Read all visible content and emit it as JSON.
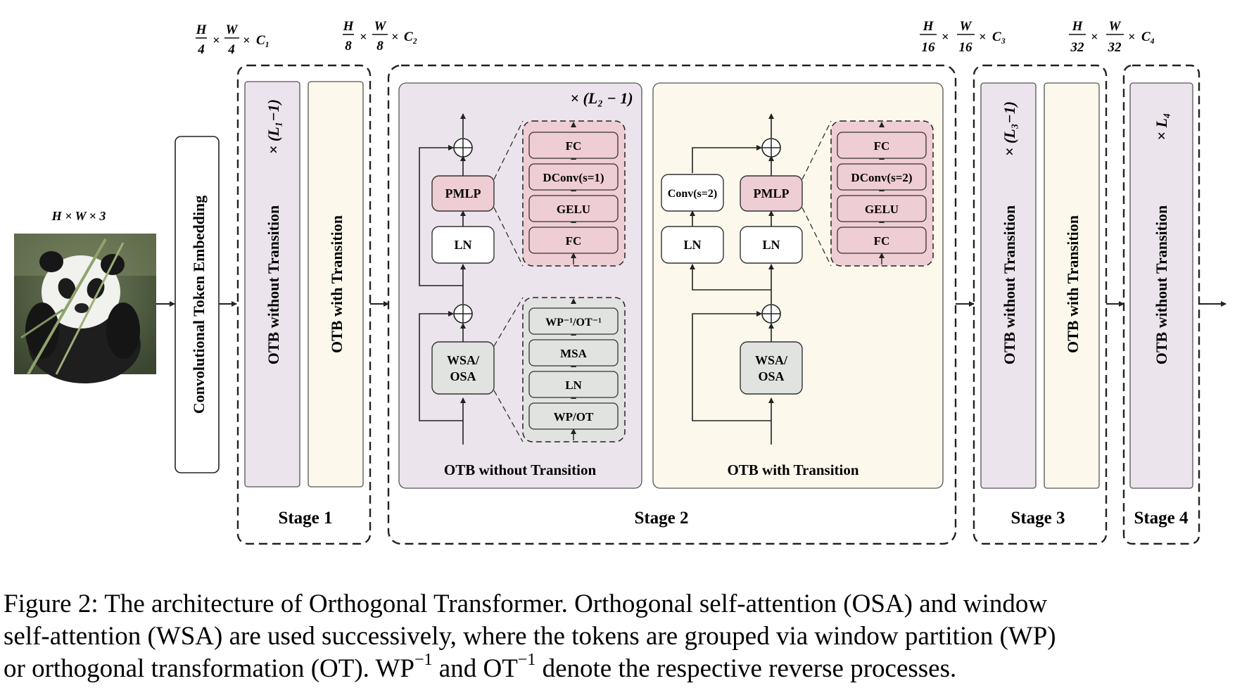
{
  "input": {
    "dims": "H × W × 3"
  },
  "embedding": {
    "label": "Convolutional Token Embedding"
  },
  "resolutions": {
    "r1": {
      "h": "H",
      "hd": "4",
      "w": "W",
      "wd": "4",
      "c": "C₁"
    },
    "r2": {
      "h": "H",
      "hd": "8",
      "w": "W",
      "wd": "8",
      "c": "C₂"
    },
    "r3": {
      "h": "H",
      "hd": "16",
      "w": "W",
      "wd": "16",
      "c": "C₃"
    },
    "r4": {
      "h": "H",
      "hd": "32",
      "w": "W",
      "wd": "32",
      "c": "C₄"
    }
  },
  "stage1": {
    "label": "Stage 1",
    "block_without": "OTB without Transition",
    "repeat": "× (L₁−1)",
    "block_with": "OTB with Transition"
  },
  "stage2": {
    "label": "Stage 2",
    "repeat": "× (L₂ − 1)",
    "without": {
      "title": "OTB without Transition",
      "pmlp": "PMLP",
      "ln": "LN",
      "attn_line1": "WSA/",
      "attn_line2": "OSA",
      "mlp_stack": [
        "FC",
        "DConv(s=1)",
        "GELU",
        "FC"
      ],
      "attn_stack": [
        "WP⁻¹/OT⁻¹",
        "MSA",
        "LN",
        "WP/OT"
      ]
    },
    "with": {
      "title": "OTB with Transition",
      "conv": "Conv(s=2)",
      "ln_left": "LN",
      "ln_right": "LN",
      "pmlp": "PMLP",
      "attn_line1": "WSA/",
      "attn_line2": "OSA",
      "mlp_stack": [
        "FC",
        "DConv(s=2)",
        "GELU",
        "FC"
      ]
    }
  },
  "stage3": {
    "label": "Stage 3",
    "block_without": "OTB without Transition",
    "repeat": "× (L₃−1)",
    "block_with": "OTB with Transition"
  },
  "stage4": {
    "label": "Stage 4",
    "block_without": "OTB without Transition",
    "repeat": "× L₄"
  },
  "caption": {
    "line1": "Figure 2: The architecture of Orthogonal Transformer. Orthogonal self-attention (OSA) and window",
    "line2": "self-attention (WSA) are used successively, where the tokens are grouped via window partition (WP)",
    "line3_a": "or orthogonal transformation (OT). WP",
    "line3_sup1": "−1",
    "line3_b": " and OT",
    "line3_sup2": "−1",
    "line3_c": " denote the respective reverse processes."
  },
  "colors": {
    "lavender": "#ece4ec",
    "cream": "#fdf8ec",
    "pink": "#efcdd4",
    "gray": "#e1e3e1",
    "stroke": "#222222"
  }
}
